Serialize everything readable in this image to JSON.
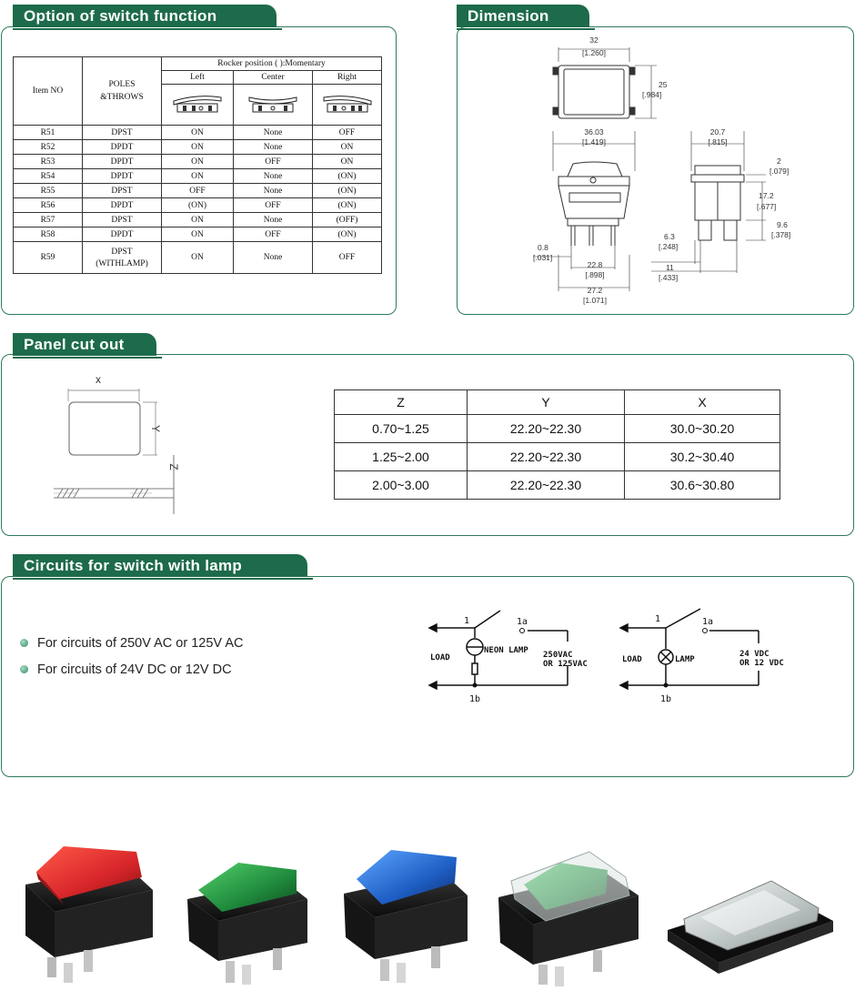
{
  "sections": {
    "option_title": "Option of switch function",
    "dimension_title": "Dimension",
    "panel_title": "Panel cut out",
    "circuits_title": "Circuits for switch with lamp"
  },
  "func_table": {
    "item_header": "Item NO",
    "poles_header_line1": "POLES",
    "poles_header_line2": "&THROWS",
    "rocker_header": "Rocker position    (     ):Momentary",
    "pos_left": "Left",
    "pos_center": "Center",
    "pos_right": "Right",
    "rows": [
      {
        "item": "R51",
        "poles": "DPST",
        "left": "ON",
        "center": "None",
        "right": "OFF"
      },
      {
        "item": "R52",
        "poles": "DPDT",
        "left": "ON",
        "center": "None",
        "right": "ON"
      },
      {
        "item": "R53",
        "poles": "DPDT",
        "left": "ON",
        "center": "OFF",
        "right": "ON"
      },
      {
        "item": "R54",
        "poles": "DPDT",
        "left": "ON",
        "center": "None",
        "right": "(ON)"
      },
      {
        "item": "R55",
        "poles": "DPST",
        "left": "OFF",
        "center": "None",
        "right": "(ON)"
      },
      {
        "item": "R56",
        "poles": "DPDT",
        "left": "(ON)",
        "center": "OFF",
        "right": "(ON)"
      },
      {
        "item": "R57",
        "poles": "DPST",
        "left": "ON",
        "center": "None",
        "right": "(OFF)"
      },
      {
        "item": "R58",
        "poles": "DPDT",
        "left": "ON",
        "center": "OFF",
        "right": "(ON)"
      }
    ],
    "last_row": {
      "item": "R59",
      "poles_line1": "DPST",
      "poles_line2": "(WITHLAMP)",
      "left": "ON",
      "center": "None",
      "right": "OFF"
    }
  },
  "dimensions": {
    "w32": "32",
    "w32_in": "[1.260]",
    "h25": "25",
    "h25_in": "[.984]",
    "w3603": "36.03",
    "w3603_in": "[1.419]",
    "w207": "20.7",
    "w207_in": "[.815]",
    "d2": "2",
    "d2_in": "[.079]",
    "d172": "17.2",
    "d172_in": "[.677]",
    "d96": "9.6",
    "d96_in": "[.378]",
    "d63": "6.3",
    "d63_in": "[.248]",
    "d08": "0.8",
    "d08_in": "[.031]",
    "d228": "22.8",
    "d228_in": "[.898]",
    "d11": "11",
    "d11_in": "[.433]",
    "d272": "27.2",
    "d272_in": "[1.071]"
  },
  "cutout_labels": {
    "x": "x",
    "y": "Y",
    "z": "Z"
  },
  "cutout_table": {
    "headers": [
      "Z",
      "Y",
      "X"
    ],
    "rows": [
      [
        "0.70~1.25",
        "22.20~22.30",
        "30.0~30.20"
      ],
      [
        "1.25~2.00",
        "22.20~22.30",
        "30.2~30.40"
      ],
      [
        "2.00~3.00",
        "22.20~22.30",
        "30.6~30.80"
      ]
    ]
  },
  "circuits": {
    "bullet1": "For circuits of 250V AC or 125V AC",
    "bullet2": "For circuits of 24V DC or 12V DC",
    "ac": {
      "t1": "1",
      "t1a": "1a",
      "t1b": "1b",
      "load": "LOAD",
      "lamp": "NEON LAMP",
      "v1": "250VAC",
      "v2": "OR 125VAC"
    },
    "dc": {
      "t1": "1",
      "t1a": "1a",
      "t1b": "1b",
      "load": "LOAD",
      "lamp": "LAMP",
      "v1": "24 VDC",
      "v2": "OR 12 VDC"
    }
  },
  "colors": {
    "accent": "#1d6b4b",
    "border": "#2f7a5a",
    "red": "#d8262a",
    "green": "#1f8a3c",
    "blue": "#1f5fc6"
  },
  "products": [
    "red-lamp-switch",
    "green-lamp-switch",
    "blue-lamp-switch",
    "green-switch-with-cover",
    "clear-cover"
  ]
}
